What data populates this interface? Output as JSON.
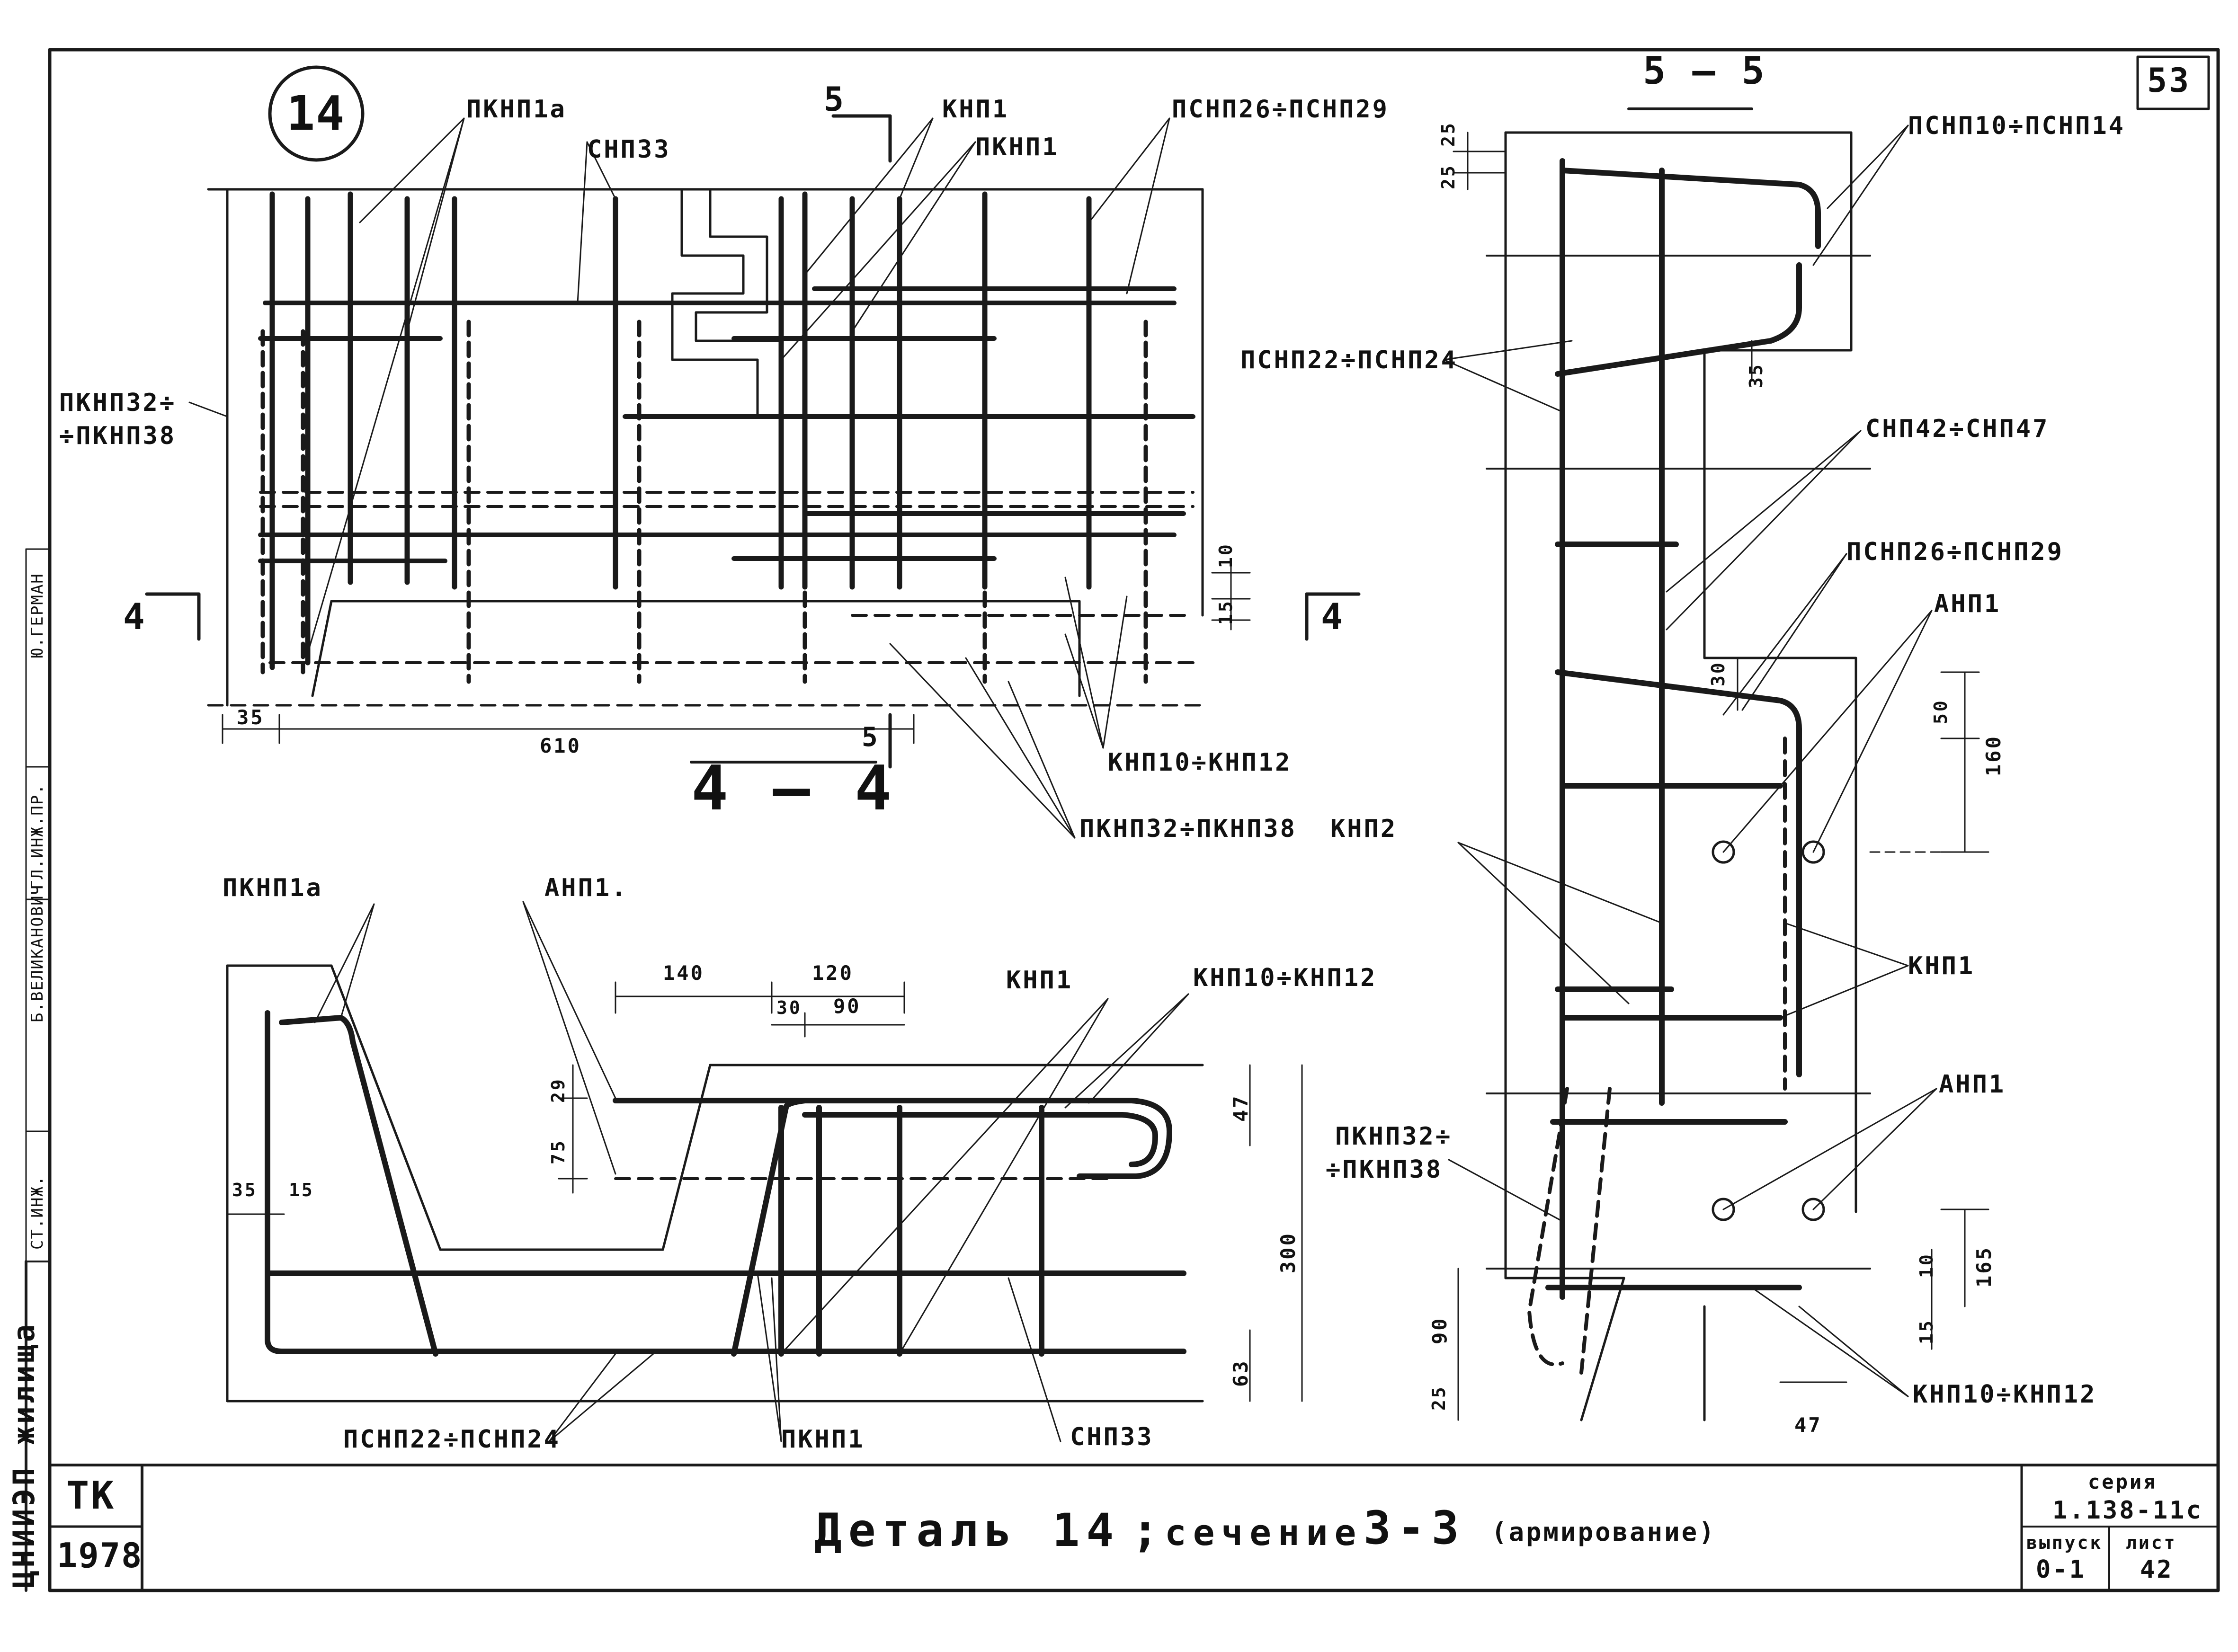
{
  "sheet": {
    "number_top": "53",
    "detail_mark": "14",
    "title_left": "Деталь 14",
    "title_sep": ";",
    "title_main": "сечение",
    "title_num": "3-3",
    "title_note": "(армирование)",
    "series_label": "серия",
    "series_value": "1.138-11с",
    "issue_label": "выпуск",
    "issue_value": "0-1",
    "sheet_label": "лист",
    "sheet_value": "42",
    "stamp_top": "ТК",
    "stamp_year": "1978",
    "org": "ЦНИИЭП жилища",
    "side_roles": [
      "СТ.ИНЖ.",
      "ГЛ.ИНЖ.ПР.",
      "Ю.ГЕРМАН",
      "Б.ВЕЛИКАНОВИЧ"
    ]
  },
  "view_top_left": {
    "section_mark_5": "5",
    "section_mark_5b": "5",
    "section_4_left": "4",
    "section_4_right": "4",
    "section_title": "4 — 4",
    "labels": [
      "ПКНП1а",
      "СНП33",
      "КНП1",
      "ПКНП1",
      "ПСНП26÷ПСНП29",
      "ПКНП32÷",
      "÷ПКНП38",
      "КНП10÷КНП12",
      "ПКНП32÷ПКНП38"
    ],
    "dims": [
      "35",
      "610",
      "10",
      "15"
    ]
  },
  "view_bottom_left": {
    "labels": [
      "ПКНП1а",
      "АНП1.",
      "КНП1",
      "КНП10÷КНП12",
      "ПСНП22÷ПСНП24",
      "ПКНП1",
      "СНП33"
    ],
    "dims": [
      "140",
      "120",
      "30",
      "90",
      "29",
      "75",
      "47",
      "300",
      "35",
      "15",
      "63"
    ]
  },
  "view_right": {
    "section_title": "5 — 5",
    "labels": [
      "ПСНП10÷ПСНП14",
      "ПСНП22÷ПСНП24",
      "СНП42÷СНП47",
      "ПСНП26÷ПСНП29",
      "АНП1",
      "КНП2",
      "КНП1",
      "АНП1",
      "ПКНП32÷",
      "÷ПКНП38",
      "КНП10÷КНП12"
    ],
    "dims": [
      "25",
      "25",
      "35",
      "30",
      "50",
      "160",
      "10",
      "15",
      "165",
      "90",
      "25",
      "47"
    ]
  }
}
